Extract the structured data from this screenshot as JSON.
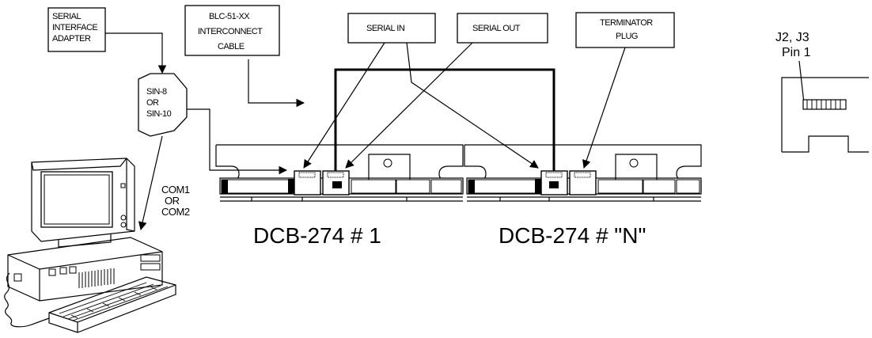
{
  "labels": {
    "serial_adapter": [
      "SERIAL",
      "INTERFACE",
      "ADAPTER"
    ],
    "cable": [
      "BLC-51-XX",
      "INTERCONNECT",
      "CABLE"
    ],
    "serial_in": "SERIAL IN",
    "serial_out": "SERIAL OUT",
    "terminator": [
      "TERMINATOR",
      "PLUG"
    ],
    "sin": [
      "SIN-8",
      "OR",
      "SIN-10"
    ],
    "com": [
      "COM1",
      "OR",
      "COM2"
    ],
    "board1": "DCB-274 # 1",
    "board2": "DCB-274 # \"N\"",
    "jack": [
      "J2, J3",
      "Pin 1"
    ]
  }
}
